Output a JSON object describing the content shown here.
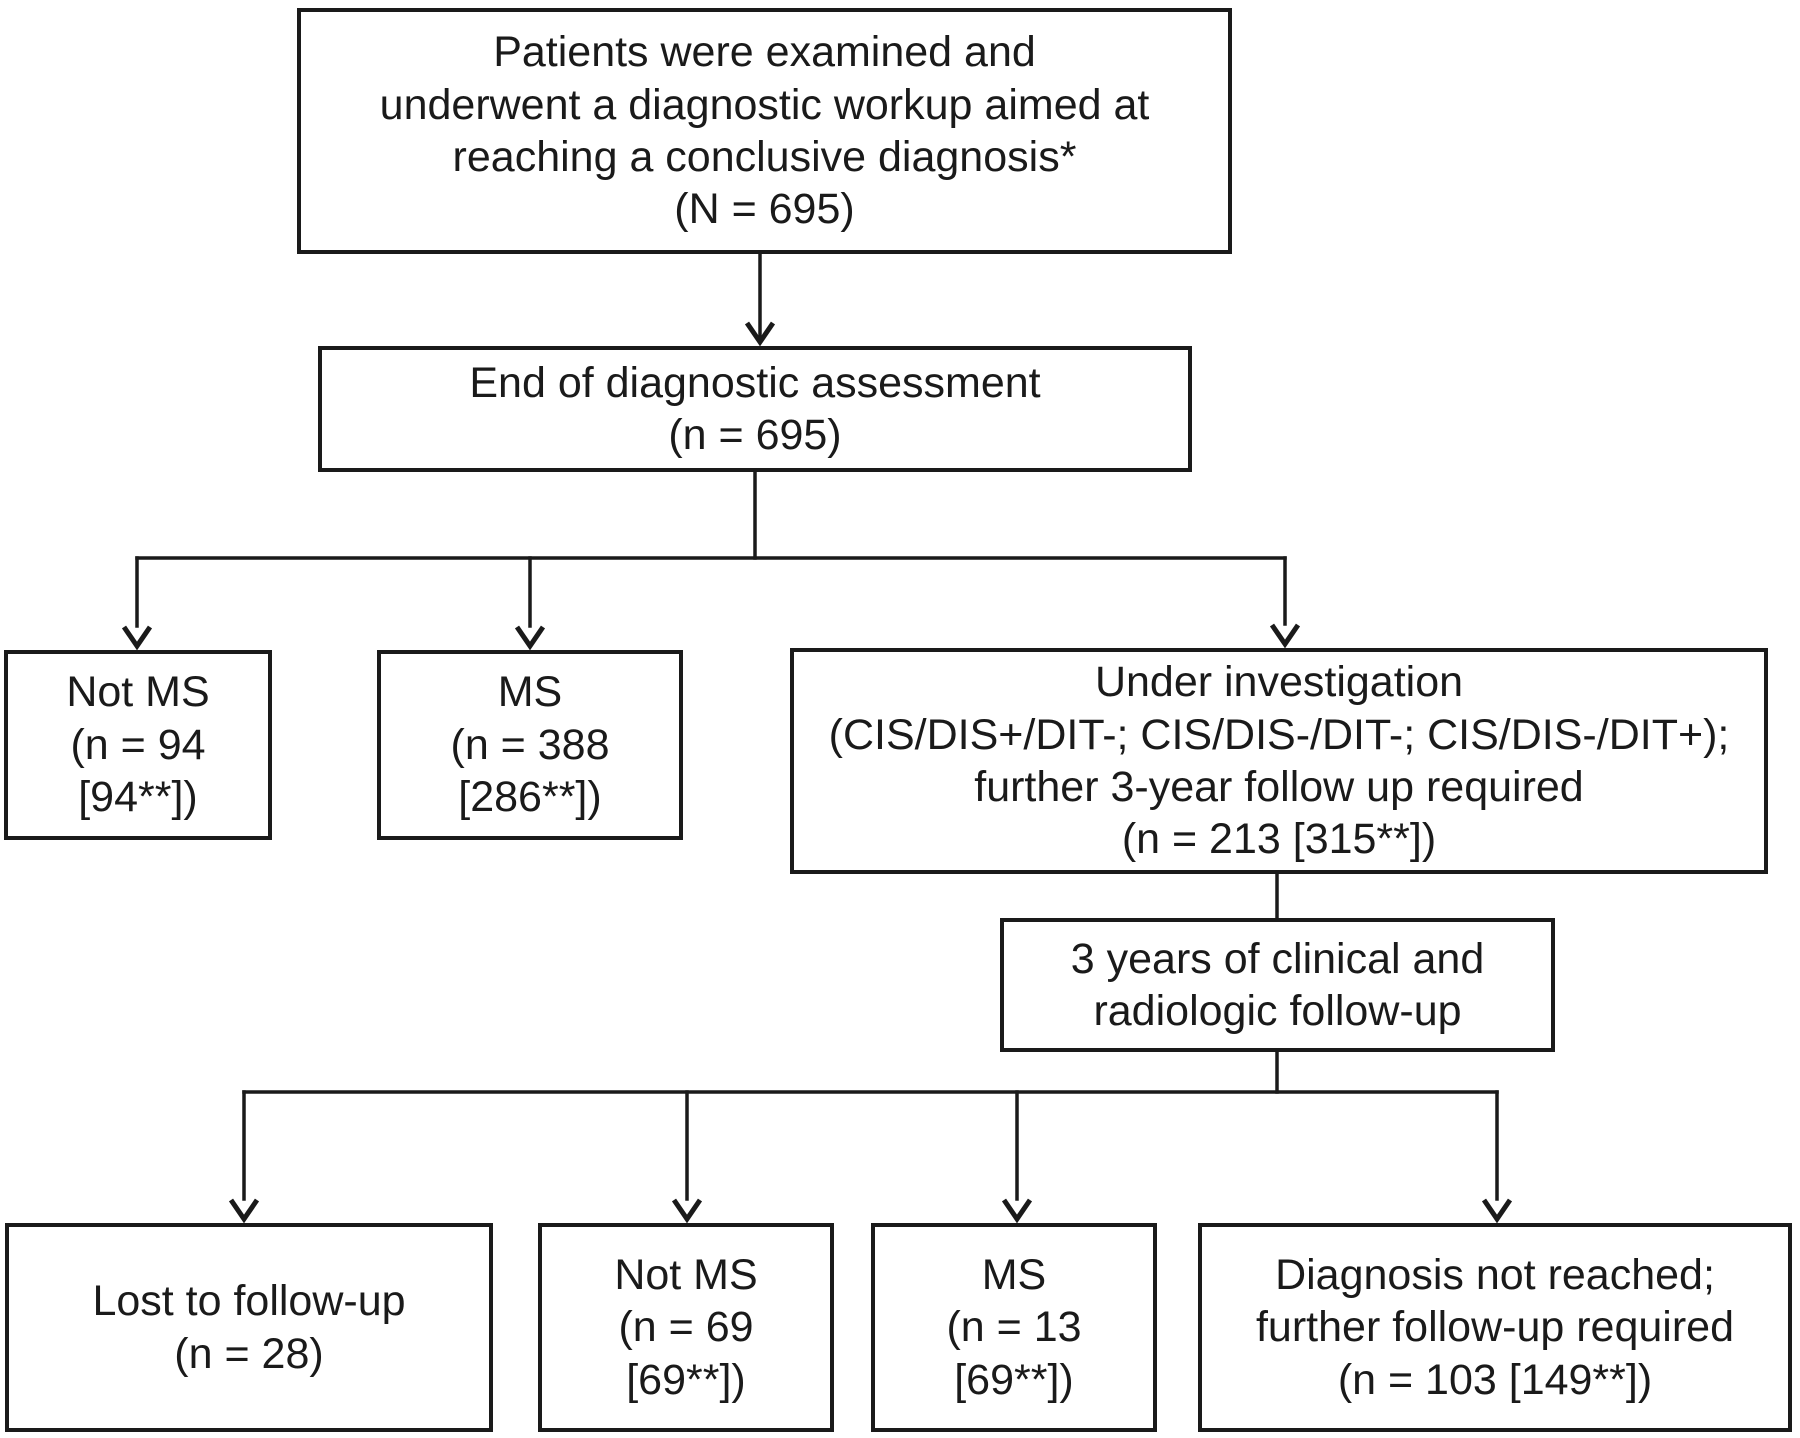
{
  "figure": {
    "type": "flowchart",
    "ink_color": "#1a1a1a",
    "background_color": "#ffffff"
  },
  "nodes": {
    "examined": {
      "text": "Patients were examined and\nunderwent a diagnostic workup aimed at\nreaching a conclusive diagnosis*\n(N = 695)"
    },
    "end_assessment": {
      "text": "End of diagnostic assessment\n(n = 695)"
    },
    "not_ms_initial": {
      "text": "Not MS\n(n = 94\n[94**])"
    },
    "ms_initial": {
      "text": "MS\n(n = 388\n[286**])"
    },
    "under_investigation": {
      "text": "Under investigation\n(CIS/DIS+/DIT-; CIS/DIS-/DIT-; CIS/DIS-/DIT+);\nfurther 3-year follow up required\n(n = 213 [315**])"
    },
    "three_year_followup": {
      "text": "3 years of clinical and\nradiologic follow-up"
    },
    "lost_to_followup": {
      "text": "Lost to follow-up\n(n = 28)"
    },
    "not_ms_followup": {
      "text": "Not MS\n(n = 69\n[69**])"
    },
    "ms_followup": {
      "text": "MS\n(n = 13\n[69**])"
    },
    "diagnosis_not_reached": {
      "text": "Diagnosis not reached;\nfurther follow-up required\n(n = 103 [149**])"
    }
  }
}
